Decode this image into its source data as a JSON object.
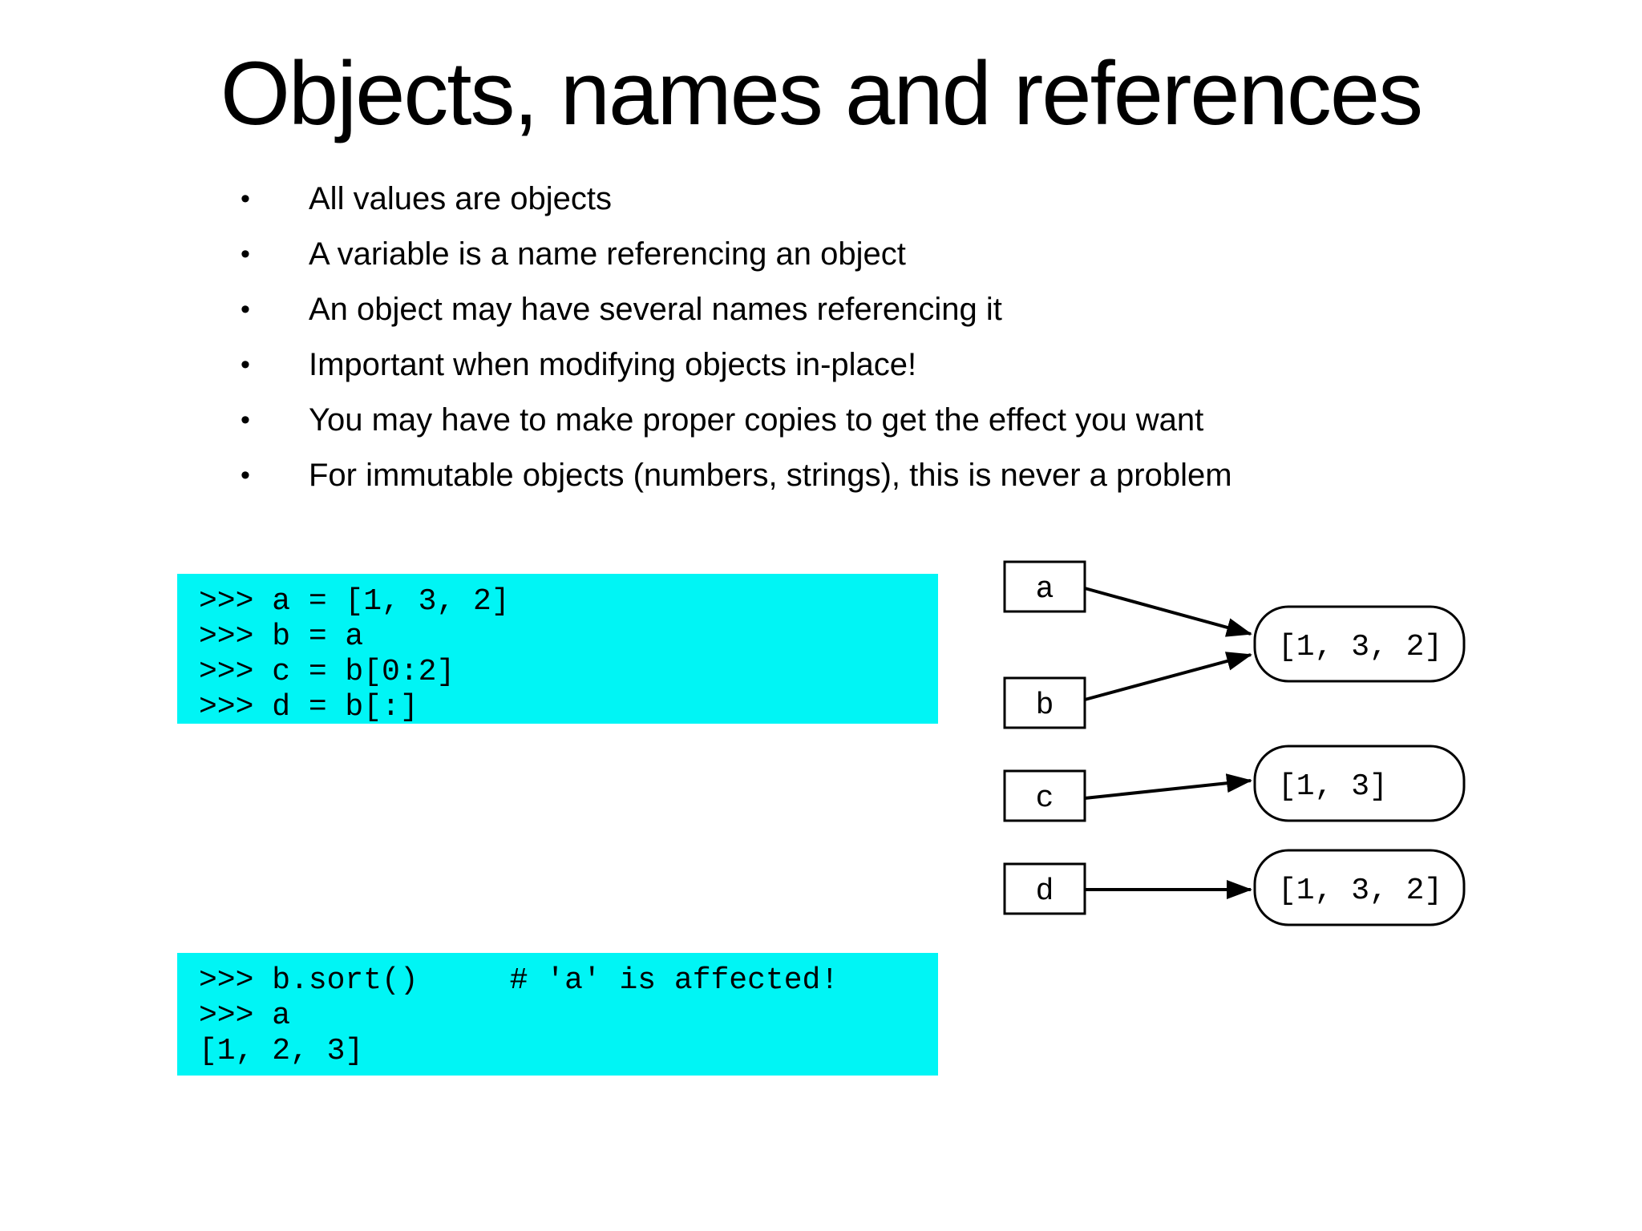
{
  "slide": {
    "title": "Objects, names and references",
    "bullets": [
      "All values are objects",
      "A variable is a name referencing an object",
      "An object may have several names referencing it",
      "Important when modifying objects in-place!",
      "You may have to make proper copies to get the effect you want",
      "For immutable objects (numbers, strings), this is never a problem"
    ]
  },
  "colors": {
    "code_background": "#00F5F5",
    "diagram_stroke": "#000000",
    "slide_background": "#FFFFFF"
  },
  "code_block_1": {
    "lines": [
      ">>> a = [1, 3, 2]",
      ">>> b = a",
      ">>> c = b[0:2]",
      ">>> d = b[:]"
    ]
  },
  "code_block_2": {
    "lines": [
      ">>> b.sort()     # 'a' is affected!",
      ">>> a",
      "[1, 2, 3]"
    ]
  },
  "diagram": {
    "names": [
      {
        "label": "a"
      },
      {
        "label": "b"
      },
      {
        "label": "c"
      },
      {
        "label": "d"
      }
    ],
    "objects": [
      {
        "label": "[1, 3, 2]"
      },
      {
        "label": "[1, 3]"
      },
      {
        "label": "[1, 3, 2]"
      }
    ],
    "edges": [
      {
        "from": "a",
        "to": "[1, 3, 2]"
      },
      {
        "from": "b",
        "to": "[1, 3, 2]"
      },
      {
        "from": "c",
        "to": "[1, 3]"
      },
      {
        "from": "d",
        "to": "[1, 3, 2]"
      }
    ]
  }
}
